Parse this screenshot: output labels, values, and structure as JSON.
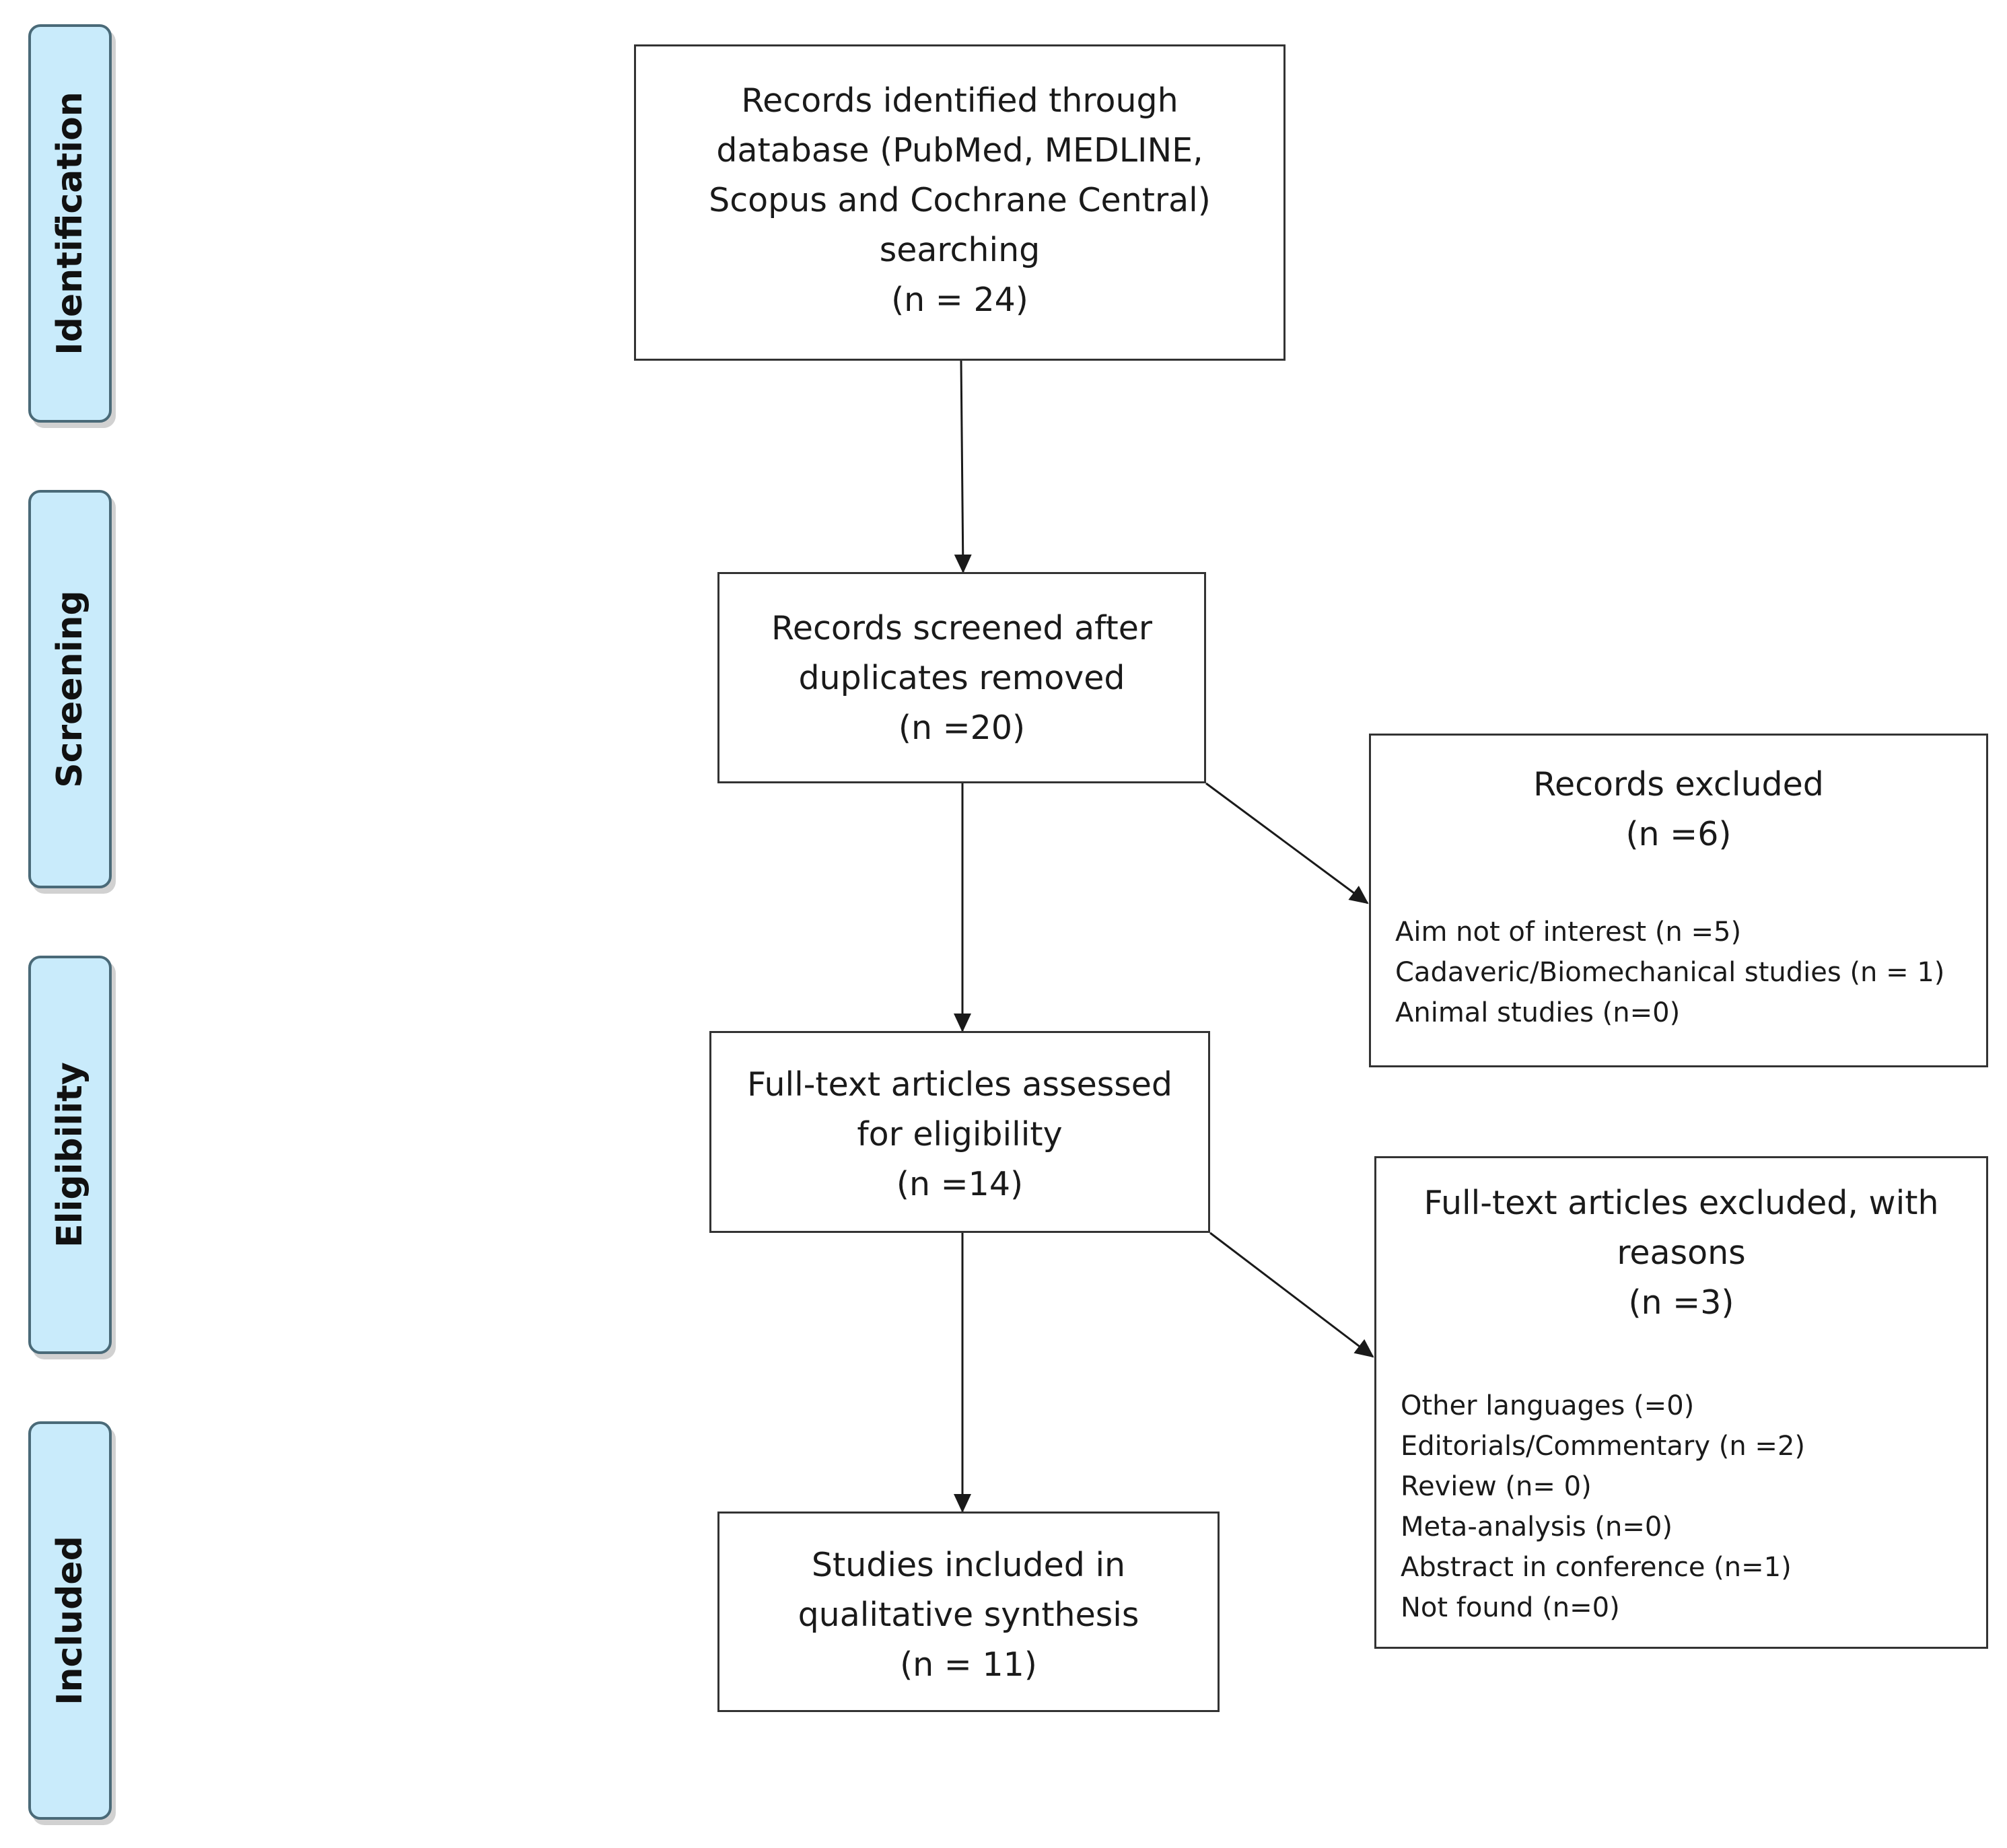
{
  "phases": [
    {
      "id": "identification",
      "label": "Identification"
    },
    {
      "id": "screening",
      "label": "Screening"
    },
    {
      "id": "eligibility",
      "label": "Eligibility"
    },
    {
      "id": "included",
      "label": "Included"
    }
  ],
  "boxes": {
    "identification": {
      "lines": [
        "Records identified through",
        "database (PubMed, MEDLINE,",
        "Scopus and Cochrane Central)",
        "searching",
        "(n = 24)"
      ]
    },
    "screening": {
      "lines": [
        "Records screened after",
        "duplicates removed",
        "(n =20)"
      ]
    },
    "eligibility": {
      "lines": [
        "Full-text articles assessed",
        "for eligibility",
        "(n =14)"
      ]
    },
    "included": {
      "lines": [
        "Studies included in",
        "qualitative synthesis",
        "(n = 11)"
      ]
    },
    "records_excluded": {
      "lines": [
        "Records excluded",
        "(n =6)"
      ],
      "details": [
        "Aim not of interest (n =5)",
        "Cadaveric/Biomechanical studies (n = 1)",
        "Animal studies (n=0)"
      ]
    },
    "fulltext_excluded": {
      "lines": [
        "Full-text articles excluded, with",
        "reasons",
        "(n =3)"
      ],
      "details": [
        "Other languages (=0)",
        "Editorials/Commentary (n =2)",
        "Review (n= 0)",
        "Meta-analysis (n=0)",
        "Abstract in conference (n=1)",
        "Not found (n=0)"
      ]
    }
  },
  "colors": {
    "phase_fill": "#c9ebfb",
    "phase_border": "#4a6a78",
    "box_border": "#333333",
    "arrow": "#1a1a1a"
  }
}
